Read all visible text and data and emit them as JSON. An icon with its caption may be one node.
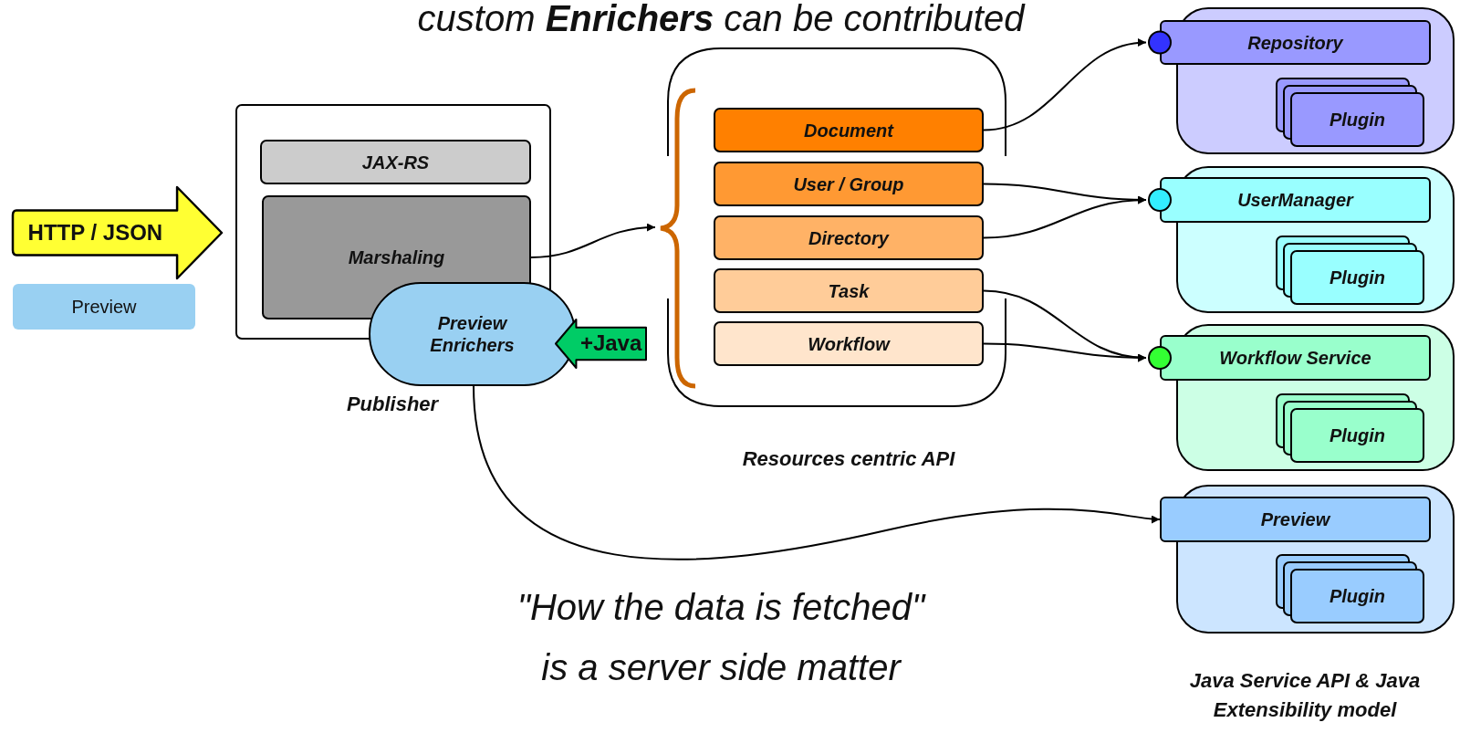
{
  "diagram": {
    "nodes": [
      {
        "text": [
          "HTTP / JSON"
        ]
      },
      {
        "text": [
          "Preview"
        ]
      },
      {
        "text": [
          "Publisher"
        ]
      },
      {
        "text": [
          "JAX-RS"
        ],
        "in": 2
      },
      {
        "text": [
          "Marshaling"
        ],
        "in": 2
      },
      {
        "text": [
          "Preview Enrichers"
        ]
      },
      {
        "text": [
          "+Java"
        ]
      },
      {
        "text": [
          "Resources centric API"
        ]
      },
      {
        "text": [
          "Document"
        ],
        "in": 7
      },
      {
        "text": [
          "User / Group"
        ],
        "in": 7
      },
      {
        "text": [
          "Directory"
        ],
        "in": 7
      },
      {
        "text": [
          "Task"
        ],
        "in": 7
      },
      {
        "text": [
          "Workflow"
        ],
        "in": 7
      },
      {
        "text": [],
        "shape": "box"
      },
      {
        "text": [
          "Repository"
        ]
      },
      {
        "text": [
          "Plugin"
        ],
        "in": 13
      },
      {
        "text": [],
        "shape": "box"
      },
      {
        "text": [
          "UserManager"
        ]
      },
      {
        "text": [
          "Plugin"
        ],
        "in": 16
      },
      {
        "text": [],
        "shape": "box"
      },
      {
        "text": [
          "Workflow Service"
        ]
      },
      {
        "text": [
          "Plugin"
        ],
        "in": 19
      },
      {
        "text": [],
        "shape": "box"
      },
      {
        "text": [
          "Preview"
        ]
      },
      {
        "text": [
          "Plugin"
        ],
        "in": 22
      }
    ],
    "edges": [
      {
        "from": 4,
        "to": 7,
        "arrow": "to"
      },
      {
        "from": 8,
        "to": 14,
        "arrow": "to"
      },
      {
        "from": 9,
        "to": 17,
        "arrow": "to"
      },
      {
        "from": 10,
        "to": 17,
        "arrow": "to"
      },
      {
        "from": 11,
        "to": 20,
        "arrow": "to"
      },
      {
        "from": 12,
        "to": 20,
        "arrow": "to"
      },
      {
        "from": 5,
        "to": 23,
        "arrow": "to"
      }
    ],
    "labels": [
      "custom **Enrichers** can be contributed",
      "\"How the data is fetched\" is a server side matter",
      "Java Service API & Java Extensibility model"
    ]
  }
}
